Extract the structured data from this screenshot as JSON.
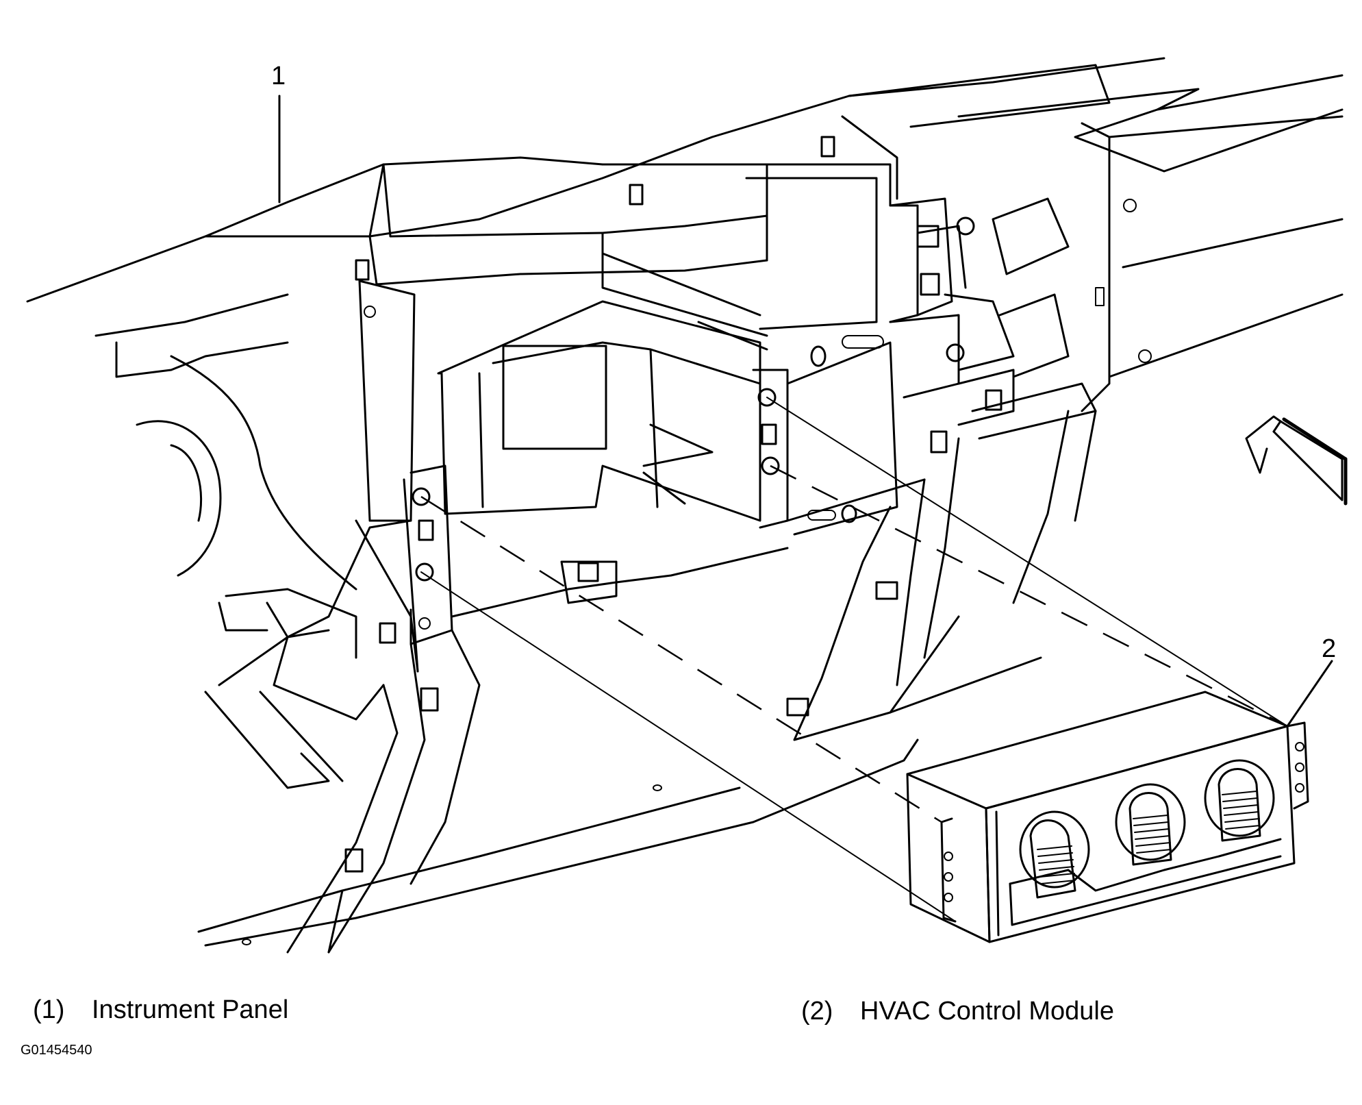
{
  "callouts": [
    {
      "number": "1"
    },
    {
      "number": "2"
    }
  ],
  "legend": [
    {
      "number": "(1)",
      "label": "Instrument Panel"
    },
    {
      "number": "(2)",
      "label": "HVAC Control Module"
    }
  ],
  "figure_id": "G01454540"
}
